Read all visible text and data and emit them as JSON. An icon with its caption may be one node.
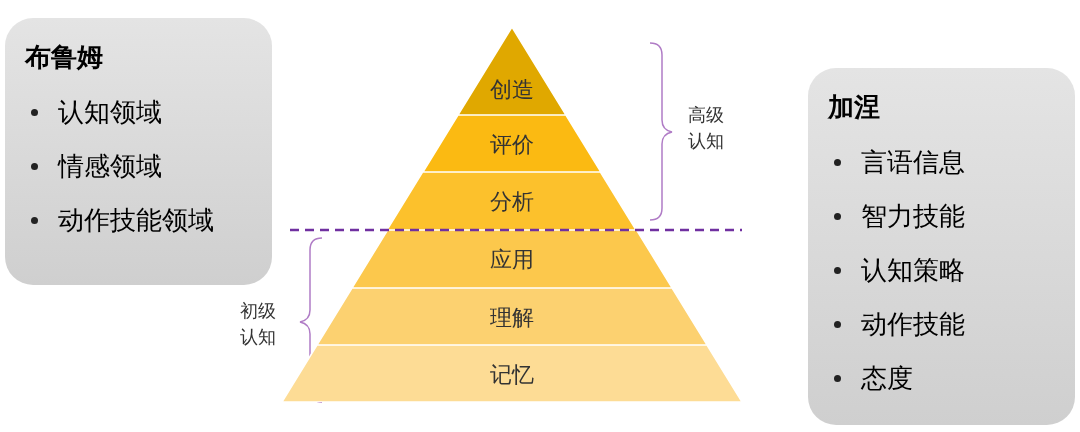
{
  "diagram": {
    "nodes": [
      {
        "text": [
          "布鲁姆",
          "认知领域",
          "情感领域",
          "动作技能领域"
        ]
      },
      {
        "text": [
          "创造"
        ]
      },
      {
        "text": [
          "评价"
        ]
      },
      {
        "text": [
          "分析"
        ]
      },
      {
        "text": [
          "应用"
        ]
      },
      {
        "text": [
          "理解"
        ]
      },
      {
        "text": [
          "记忆"
        ]
      },
      {
        "text": [
          "加涅",
          "言语信息",
          "智力技能",
          "认知策略",
          "动作技能",
          "态度"
        ]
      }
    ],
    "labels": [
      "高级认知",
      "初级认知"
    ]
  }
}
